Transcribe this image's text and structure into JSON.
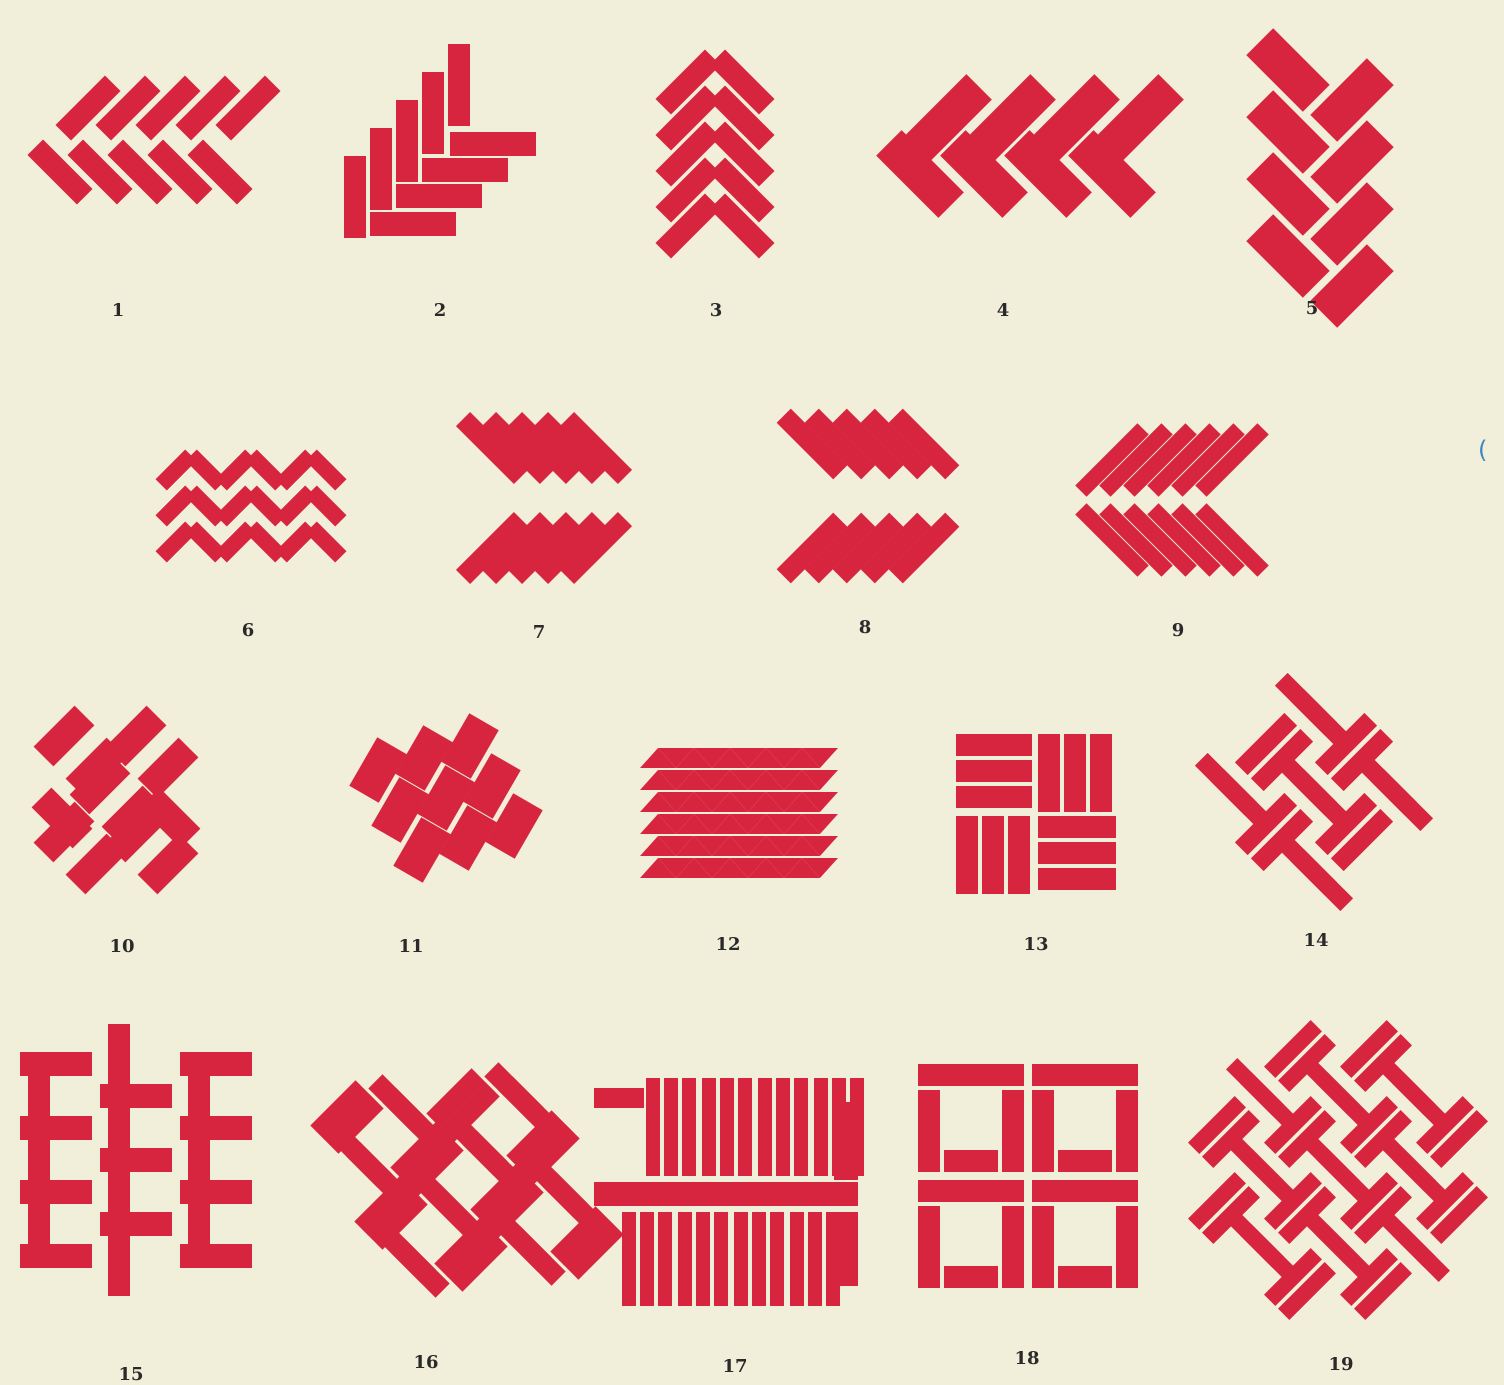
{
  "colors": {
    "background": "#f1efd9",
    "brick": "#d8253f",
    "label": "#2a2a2a",
    "edge_mark": "#3d88c4"
  },
  "edge_mark": "(",
  "patterns": [
    {
      "label": "1"
    },
    {
      "label": "2"
    },
    {
      "label": "3"
    },
    {
      "label": "4"
    },
    {
      "label": "5"
    },
    {
      "label": "6"
    },
    {
      "label": "7"
    },
    {
      "label": "8"
    },
    {
      "label": "9"
    },
    {
      "label": "10"
    },
    {
      "label": "11"
    },
    {
      "label": "12"
    },
    {
      "label": "13"
    },
    {
      "label": "14"
    },
    {
      "label": "15"
    },
    {
      "label": "16"
    },
    {
      "label": "17"
    },
    {
      "label": "18"
    },
    {
      "label": "19"
    }
  ]
}
